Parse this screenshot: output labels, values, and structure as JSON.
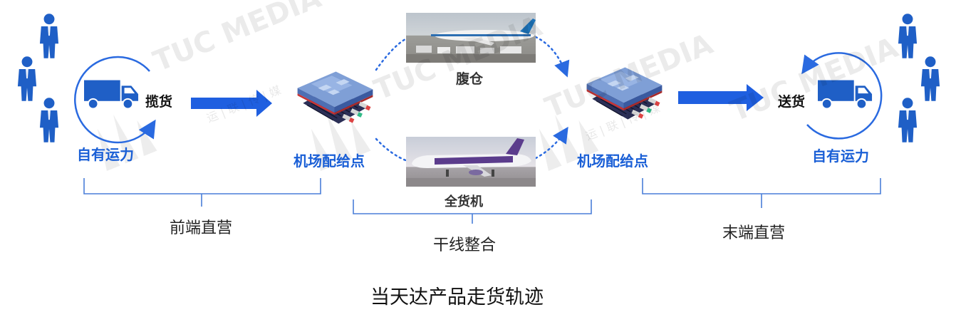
{
  "diagram": {
    "title": "当天达产品走货轨迹",
    "nodes": {
      "pickup_transport": "自有运力",
      "pickup": "揽货",
      "airport_hub_left": "机场配给点",
      "belly_hold": "腹仓",
      "freighter": "全货机",
      "airport_hub_right": "机场配给点",
      "delivery": "送货",
      "delivery_transport": "自有运力"
    },
    "segments": {
      "front": "前端直营",
      "trunk": "干线整合",
      "last": "末端直营"
    },
    "watermark": {
      "brand": "TUC MEDIA",
      "tagline": "运 | 联 | 传 | 媒"
    },
    "colors": {
      "accent_blue": "#1a5fd6",
      "person_blue": "#1f5fc6",
      "text_dark": "#111111",
      "bracket_blue": "#4a7fd8"
    }
  }
}
